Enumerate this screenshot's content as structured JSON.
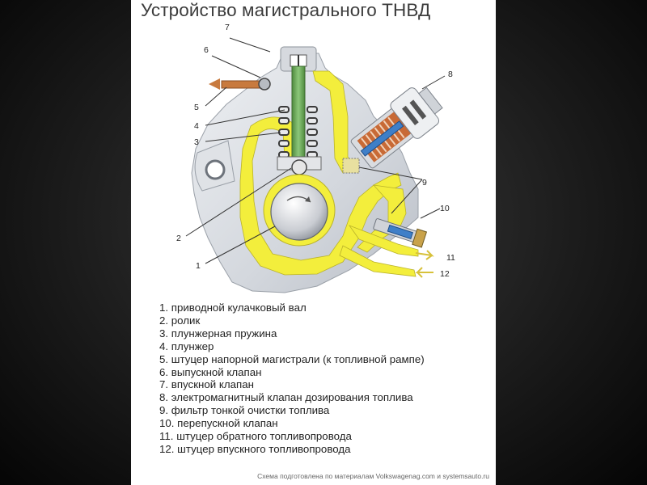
{
  "slide": {
    "title": "Устройство магистрального ТНВД",
    "credit": "Схема подготовлена по материалам Volkswagenag.com и systemsauto.ru"
  },
  "callouts": [
    "1",
    "2",
    "3",
    "4",
    "5",
    "6",
    "7",
    "8",
    "9",
    "10",
    "11",
    "12"
  ],
  "legend": [
    "1. приводной кулачковый вал",
    "2. ролик",
    "3. плунжерная пружина",
    "4. плунжер",
    "5. штуцер напорной магистрали (к топливной рампе)",
    "6. выпускной клапан",
    "7. впускной клапан",
    "8. электромагнитный клапан дозирования топлива",
    "9. фильтр тонкой очистки топлива",
    "10. перепускной клапан",
    "11. штуцер обратного топливопровода",
    "12. штуцер впускного топливопровода"
  ],
  "colors": {
    "background": "#1b1b1b",
    "slide": "#ffffff",
    "housing": "#d8dbe0",
    "fuel_channel": "#f3ee3c",
    "plunger": "#6fae5a",
    "outlet_fitting": "#c87a3e",
    "valve_coil": "#c86a36",
    "valve_core": "#3f7fc8"
  }
}
